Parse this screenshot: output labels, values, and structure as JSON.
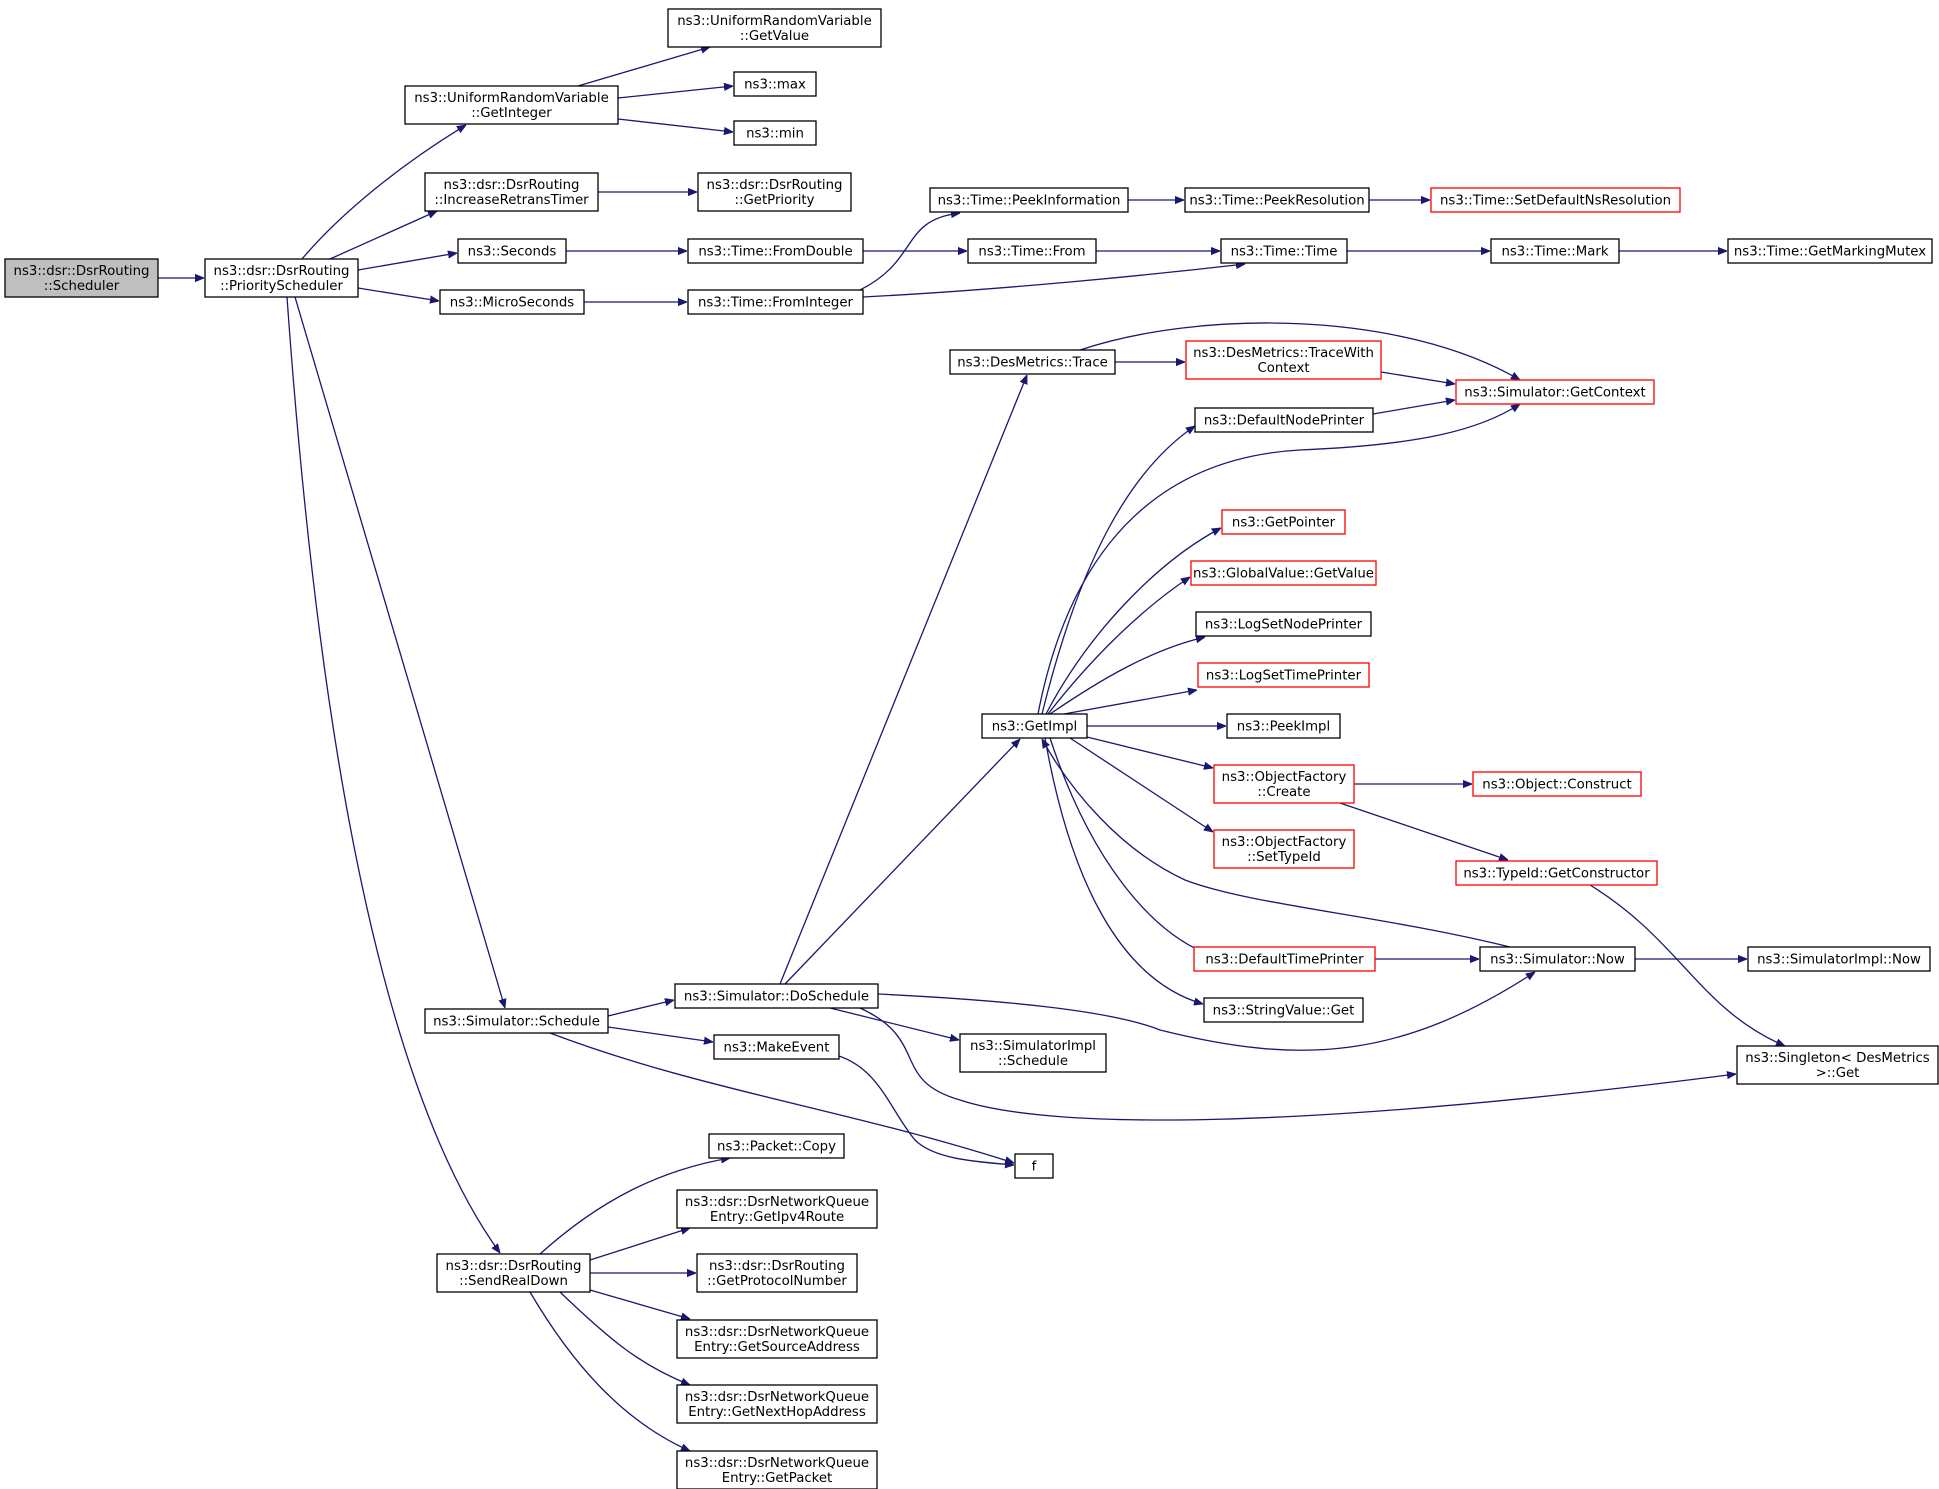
{
  "colors": {
    "edge": "#191970",
    "node_border": "#000000",
    "truncated_node_border": "#ff0000",
    "root_fill": "#bfbfbf",
    "node_fill": "#ffffff"
  },
  "nodes": [
    {
      "id": "scheduler",
      "lines": [
        "ns3::dsr::DsrRouting",
        "::Scheduler"
      ],
      "root": true
    },
    {
      "id": "priority_scheduler",
      "lines": [
        "ns3::dsr::DsrRouting",
        "::PriorityScheduler"
      ]
    },
    {
      "id": "uniform_getvalue",
      "lines": [
        "ns3::UniformRandomVariable",
        "::GetValue"
      ]
    },
    {
      "id": "uniform_getinteger",
      "lines": [
        "ns3::UniformRandomVariable",
        "::GetInteger"
      ]
    },
    {
      "id": "max",
      "lines": [
        "ns3::max"
      ]
    },
    {
      "id": "min",
      "lines": [
        "ns3::min"
      ]
    },
    {
      "id": "increase_retrans",
      "lines": [
        "ns3::dsr::DsrRouting",
        "::IncreaseRetransTimer"
      ]
    },
    {
      "id": "get_priority",
      "lines": [
        "ns3::dsr::DsrRouting",
        "::GetPriority"
      ]
    },
    {
      "id": "seconds",
      "lines": [
        "ns3::Seconds"
      ]
    },
    {
      "id": "microseconds",
      "lines": [
        "ns3::MicroSeconds"
      ]
    },
    {
      "id": "time_fromdouble",
      "lines": [
        "ns3::Time::FromDouble"
      ]
    },
    {
      "id": "time_frominteger",
      "lines": [
        "ns3::Time::FromInteger"
      ]
    },
    {
      "id": "time_peekinfo",
      "lines": [
        "ns3::Time::PeekInformation"
      ]
    },
    {
      "id": "time_peekres",
      "lines": [
        "ns3::Time::PeekResolution"
      ]
    },
    {
      "id": "time_setdefault",
      "lines": [
        "ns3::Time::SetDefaultNsResolution"
      ],
      "truncated": true
    },
    {
      "id": "time_from",
      "lines": [
        "ns3::Time::From"
      ]
    },
    {
      "id": "time_time",
      "lines": [
        "ns3::Time::Time"
      ]
    },
    {
      "id": "time_mark",
      "lines": [
        "ns3::Time::Mark"
      ]
    },
    {
      "id": "time_getmarkingmutex",
      "lines": [
        "ns3::Time::GetMarkingMutex"
      ]
    },
    {
      "id": "desmetrics_trace",
      "lines": [
        "ns3::DesMetrics::Trace"
      ]
    },
    {
      "id": "desmetrics_tracewith",
      "lines": [
        "ns3::DesMetrics::TraceWith",
        "Context"
      ],
      "truncated": true
    },
    {
      "id": "sim_getcontext",
      "lines": [
        "ns3::Simulator::GetContext"
      ],
      "truncated": true
    },
    {
      "id": "default_node_printer",
      "lines": [
        "ns3::DefaultNodePrinter"
      ]
    },
    {
      "id": "get_pointer",
      "lines": [
        "ns3::GetPointer"
      ],
      "truncated": true
    },
    {
      "id": "globalvalue_getvalue",
      "lines": [
        "ns3::GlobalValue::GetValue"
      ],
      "truncated": true
    },
    {
      "id": "log_set_node_printer",
      "lines": [
        "ns3::LogSetNodePrinter"
      ]
    },
    {
      "id": "log_set_time_printer",
      "lines": [
        "ns3::LogSetTimePrinter"
      ],
      "truncated": true
    },
    {
      "id": "get_impl",
      "lines": [
        "ns3::GetImpl"
      ]
    },
    {
      "id": "peek_impl",
      "lines": [
        "ns3::PeekImpl"
      ]
    },
    {
      "id": "objectfactory_create",
      "lines": [
        "ns3::ObjectFactory",
        "::Create"
      ],
      "truncated": true
    },
    {
      "id": "object_construct",
      "lines": [
        "ns3::Object::Construct"
      ],
      "truncated": true
    },
    {
      "id": "objectfactory_settypeid",
      "lines": [
        "ns3::ObjectFactory",
        "::SetTypeId"
      ],
      "truncated": true
    },
    {
      "id": "typeid_getconstructor",
      "lines": [
        "ns3::TypeId::GetConstructor"
      ],
      "truncated": true
    },
    {
      "id": "default_time_printer",
      "lines": [
        "ns3::DefaultTimePrinter"
      ],
      "truncated": true
    },
    {
      "id": "sim_now",
      "lines": [
        "ns3::Simulator::Now"
      ]
    },
    {
      "id": "simimpl_now",
      "lines": [
        "ns3::SimulatorImpl::Now"
      ]
    },
    {
      "id": "stringvalue_get",
      "lines": [
        "ns3::StringValue::Get"
      ]
    },
    {
      "id": "sim_schedule",
      "lines": [
        "ns3::Simulator::Schedule"
      ]
    },
    {
      "id": "sim_doschedule",
      "lines": [
        "ns3::Simulator::DoSchedule"
      ]
    },
    {
      "id": "make_event",
      "lines": [
        "ns3::MakeEvent"
      ]
    },
    {
      "id": "simimpl_schedule",
      "lines": [
        "ns3::SimulatorImpl",
        "::Schedule"
      ]
    },
    {
      "id": "singleton_get",
      "lines": [
        "ns3::Singleton< DesMetrics",
        " >::Get"
      ]
    },
    {
      "id": "f",
      "lines": [
        "f"
      ]
    },
    {
      "id": "packet_copy",
      "lines": [
        "ns3::Packet::Copy"
      ]
    },
    {
      "id": "send_real_down",
      "lines": [
        "ns3::dsr::DsrRouting",
        "::SendRealDown"
      ]
    },
    {
      "id": "getipv4route",
      "lines": [
        "ns3::dsr::DsrNetworkQueue",
        "Entry::GetIpv4Route"
      ]
    },
    {
      "id": "getprotocolnumber",
      "lines": [
        "ns3::dsr::DsrRouting",
        "::GetProtocolNumber"
      ]
    },
    {
      "id": "getsourceaddress",
      "lines": [
        "ns3::dsr::DsrNetworkQueue",
        "Entry::GetSourceAddress"
      ]
    },
    {
      "id": "getnexthopaddress",
      "lines": [
        "ns3::dsr::DsrNetworkQueue",
        "Entry::GetNextHopAddress"
      ]
    },
    {
      "id": "getpacket",
      "lines": [
        "ns3::dsr::DsrNetworkQueue",
        "Entry::GetPacket"
      ]
    }
  ],
  "edges": [
    [
      "scheduler",
      "priority_scheduler"
    ],
    [
      "priority_scheduler",
      "uniform_getinteger"
    ],
    [
      "priority_scheduler",
      "increase_retrans"
    ],
    [
      "priority_scheduler",
      "seconds"
    ],
    [
      "priority_scheduler",
      "microseconds"
    ],
    [
      "priority_scheduler",
      "sim_schedule"
    ],
    [
      "priority_scheduler",
      "send_real_down"
    ],
    [
      "uniform_getinteger",
      "uniform_getvalue"
    ],
    [
      "uniform_getinteger",
      "max"
    ],
    [
      "uniform_getinteger",
      "min"
    ],
    [
      "increase_retrans",
      "get_priority"
    ],
    [
      "seconds",
      "time_fromdouble"
    ],
    [
      "microseconds",
      "time_frominteger"
    ],
    [
      "time_fromdouble",
      "time_from"
    ],
    [
      "time_frominteger",
      "time_peekinfo"
    ],
    [
      "time_frominteger",
      "time_time"
    ],
    [
      "time_peekinfo",
      "time_peekres"
    ],
    [
      "time_peekres",
      "time_setdefault"
    ],
    [
      "time_from",
      "time_time"
    ],
    [
      "time_time",
      "time_mark"
    ],
    [
      "time_mark",
      "time_getmarkingmutex"
    ],
    [
      "sim_schedule",
      "sim_doschedule"
    ],
    [
      "sim_schedule",
      "make_event"
    ],
    [
      "sim_schedule",
      "f"
    ],
    [
      "make_event",
      "f"
    ],
    [
      "sim_doschedule",
      "desmetrics_trace"
    ],
    [
      "sim_doschedule",
      "get_impl"
    ],
    [
      "sim_doschedule",
      "simimpl_schedule"
    ],
    [
      "sim_doschedule",
      "sim_now"
    ],
    [
      "sim_doschedule",
      "singleton_get"
    ],
    [
      "desmetrics_trace",
      "desmetrics_tracewith"
    ],
    [
      "desmetrics_trace",
      "sim_getcontext"
    ],
    [
      "desmetrics_tracewith",
      "sim_getcontext"
    ],
    [
      "default_node_printer",
      "sim_getcontext"
    ],
    [
      "get_impl",
      "default_node_printer"
    ],
    [
      "get_impl",
      "get_pointer"
    ],
    [
      "get_impl",
      "globalvalue_getvalue"
    ],
    [
      "get_impl",
      "log_set_node_printer"
    ],
    [
      "get_impl",
      "log_set_time_printer"
    ],
    [
      "get_impl",
      "peek_impl"
    ],
    [
      "get_impl",
      "objectfactory_create"
    ],
    [
      "get_impl",
      "objectfactory_settypeid"
    ],
    [
      "get_impl",
      "default_time_printer"
    ],
    [
      "get_impl",
      "stringvalue_get"
    ],
    [
      "get_impl",
      "sim_getcontext"
    ],
    [
      "objectfactory_create",
      "object_construct"
    ],
    [
      "objectfactory_create",
      "typeid_getconstructor"
    ],
    [
      "typeid_getconstructor",
      "singleton_get"
    ],
    [
      "default_time_printer",
      "sim_now"
    ],
    [
      "sim_now",
      "simimpl_now"
    ],
    [
      "sim_now",
      "get_impl"
    ],
    [
      "send_real_down",
      "packet_copy"
    ],
    [
      "send_real_down",
      "getipv4route"
    ],
    [
      "send_real_down",
      "getprotocolnumber"
    ],
    [
      "send_real_down",
      "getsourceaddress"
    ],
    [
      "send_real_down",
      "getnexthopaddress"
    ],
    [
      "send_real_down",
      "getpacket"
    ]
  ]
}
